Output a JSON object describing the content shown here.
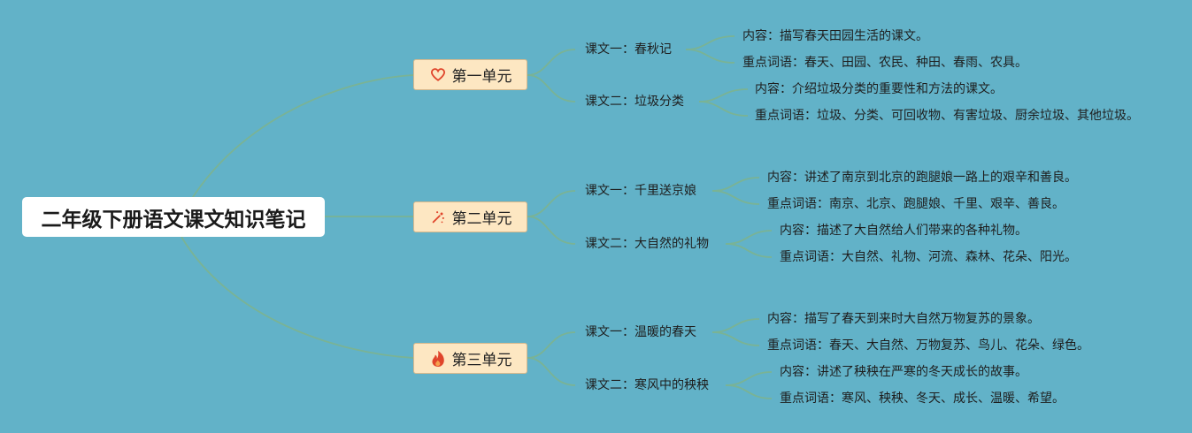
{
  "title": "二年级下册语文课文知识笔记",
  "units": [
    {
      "label": "第一单元",
      "icon": "heart-icon",
      "lessons": [
        {
          "title": "课文一：春秋记",
          "content": "内容：描写春天田园生活的课文。",
          "keywords": "重点词语：春天、田园、农民、种田、春雨、农具。"
        },
        {
          "title": "课文二：垃圾分类",
          "content": "内容：介绍垃圾分类的重要性和方法的课文。",
          "keywords": "重点词语：垃圾、分类、可回收物、有害垃圾、厨余垃圾、其他垃圾。"
        }
      ]
    },
    {
      "label": "第二单元",
      "icon": "sparkle-icon",
      "lessons": [
        {
          "title": "课文一：千里送京娘",
          "content": "内容：讲述了南京到北京的跑腿娘一路上的艰辛和善良。",
          "keywords": "重点词语：南京、北京、跑腿娘、千里、艰辛、善良。"
        },
        {
          "title": "课文二：大自然的礼物",
          "content": "内容：描述了大自然给人们带来的各种礼物。",
          "keywords": "重点词语：大自然、礼物、河流、森林、花朵、阳光。"
        }
      ]
    },
    {
      "label": "第三单元",
      "icon": "fire-icon",
      "lessons": [
        {
          "title": "课文一：温暖的春天",
          "content": "内容：描写了春天到来时大自然万物复苏的景象。",
          "keywords": "重点词语：春天、大自然、万物复苏、鸟儿、花朵、绿色。"
        },
        {
          "title": "课文二：寒风中的秧秧",
          "content": "内容：讲述了秧秧在严寒的冬天成长的故事。",
          "keywords": "重点词语：寒风、秧秧、冬天、成长、温暖、希望。"
        }
      ]
    }
  ],
  "colors": {
    "background": "#62b2c8",
    "link": "#7ab394",
    "unit_fill": "#fde7c2",
    "icon_red": "#e0452b"
  }
}
